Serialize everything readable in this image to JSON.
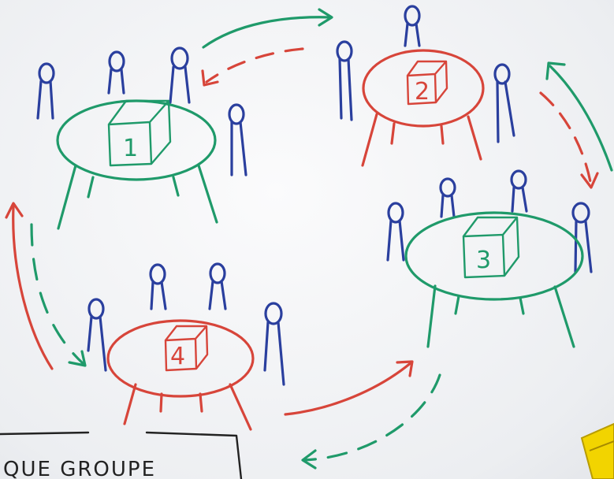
{
  "tables": [
    {
      "label": "1",
      "color": "#1f9a6a"
    },
    {
      "label": "2",
      "color": "#d7453a"
    },
    {
      "label": "3",
      "color": "#1f9a6a"
    },
    {
      "label": "4",
      "color": "#d7453a"
    }
  ],
  "caption": {
    "text": "QUE GROUPE"
  },
  "colors": {
    "people": "#2a3f9e",
    "green": "#1f9a6a",
    "red": "#d7453a",
    "marker_cap": "#f2d400"
  }
}
